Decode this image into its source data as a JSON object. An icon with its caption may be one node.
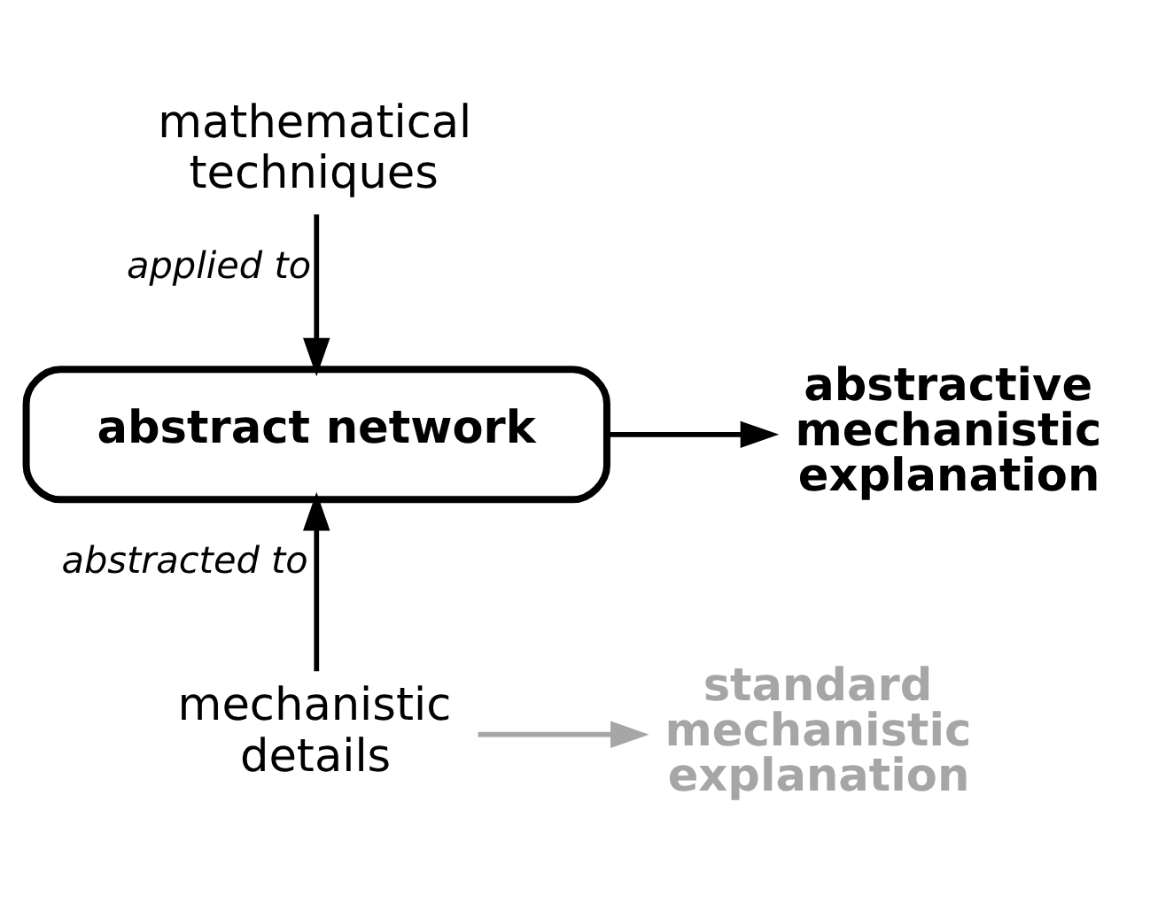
{
  "diagram": {
    "nodes": [
      {
        "text": [
          "mathematical techniques"
        ]
      },
      {
        "text": [
          "abstract network"
        ]
      },
      {
        "text": [
          "abstractive mechanistic explanation"
        ]
      },
      {
        "text": [
          "mechanistic details"
        ]
      },
      {
        "text": [
          "standard mechanistic explanation"
        ]
      }
    ],
    "edges": [
      {
        "from": 0,
        "to": 1,
        "arrow": "to",
        "label": "applied to"
      },
      {
        "from": 3,
        "to": 1,
        "arrow": "to",
        "label": "abstracted to"
      },
      {
        "from": 1,
        "to": 2,
        "arrow": "to"
      },
      {
        "from": 3,
        "to": 4,
        "arrow": "to",
        "color": "#a6a6a6"
      }
    ]
  }
}
